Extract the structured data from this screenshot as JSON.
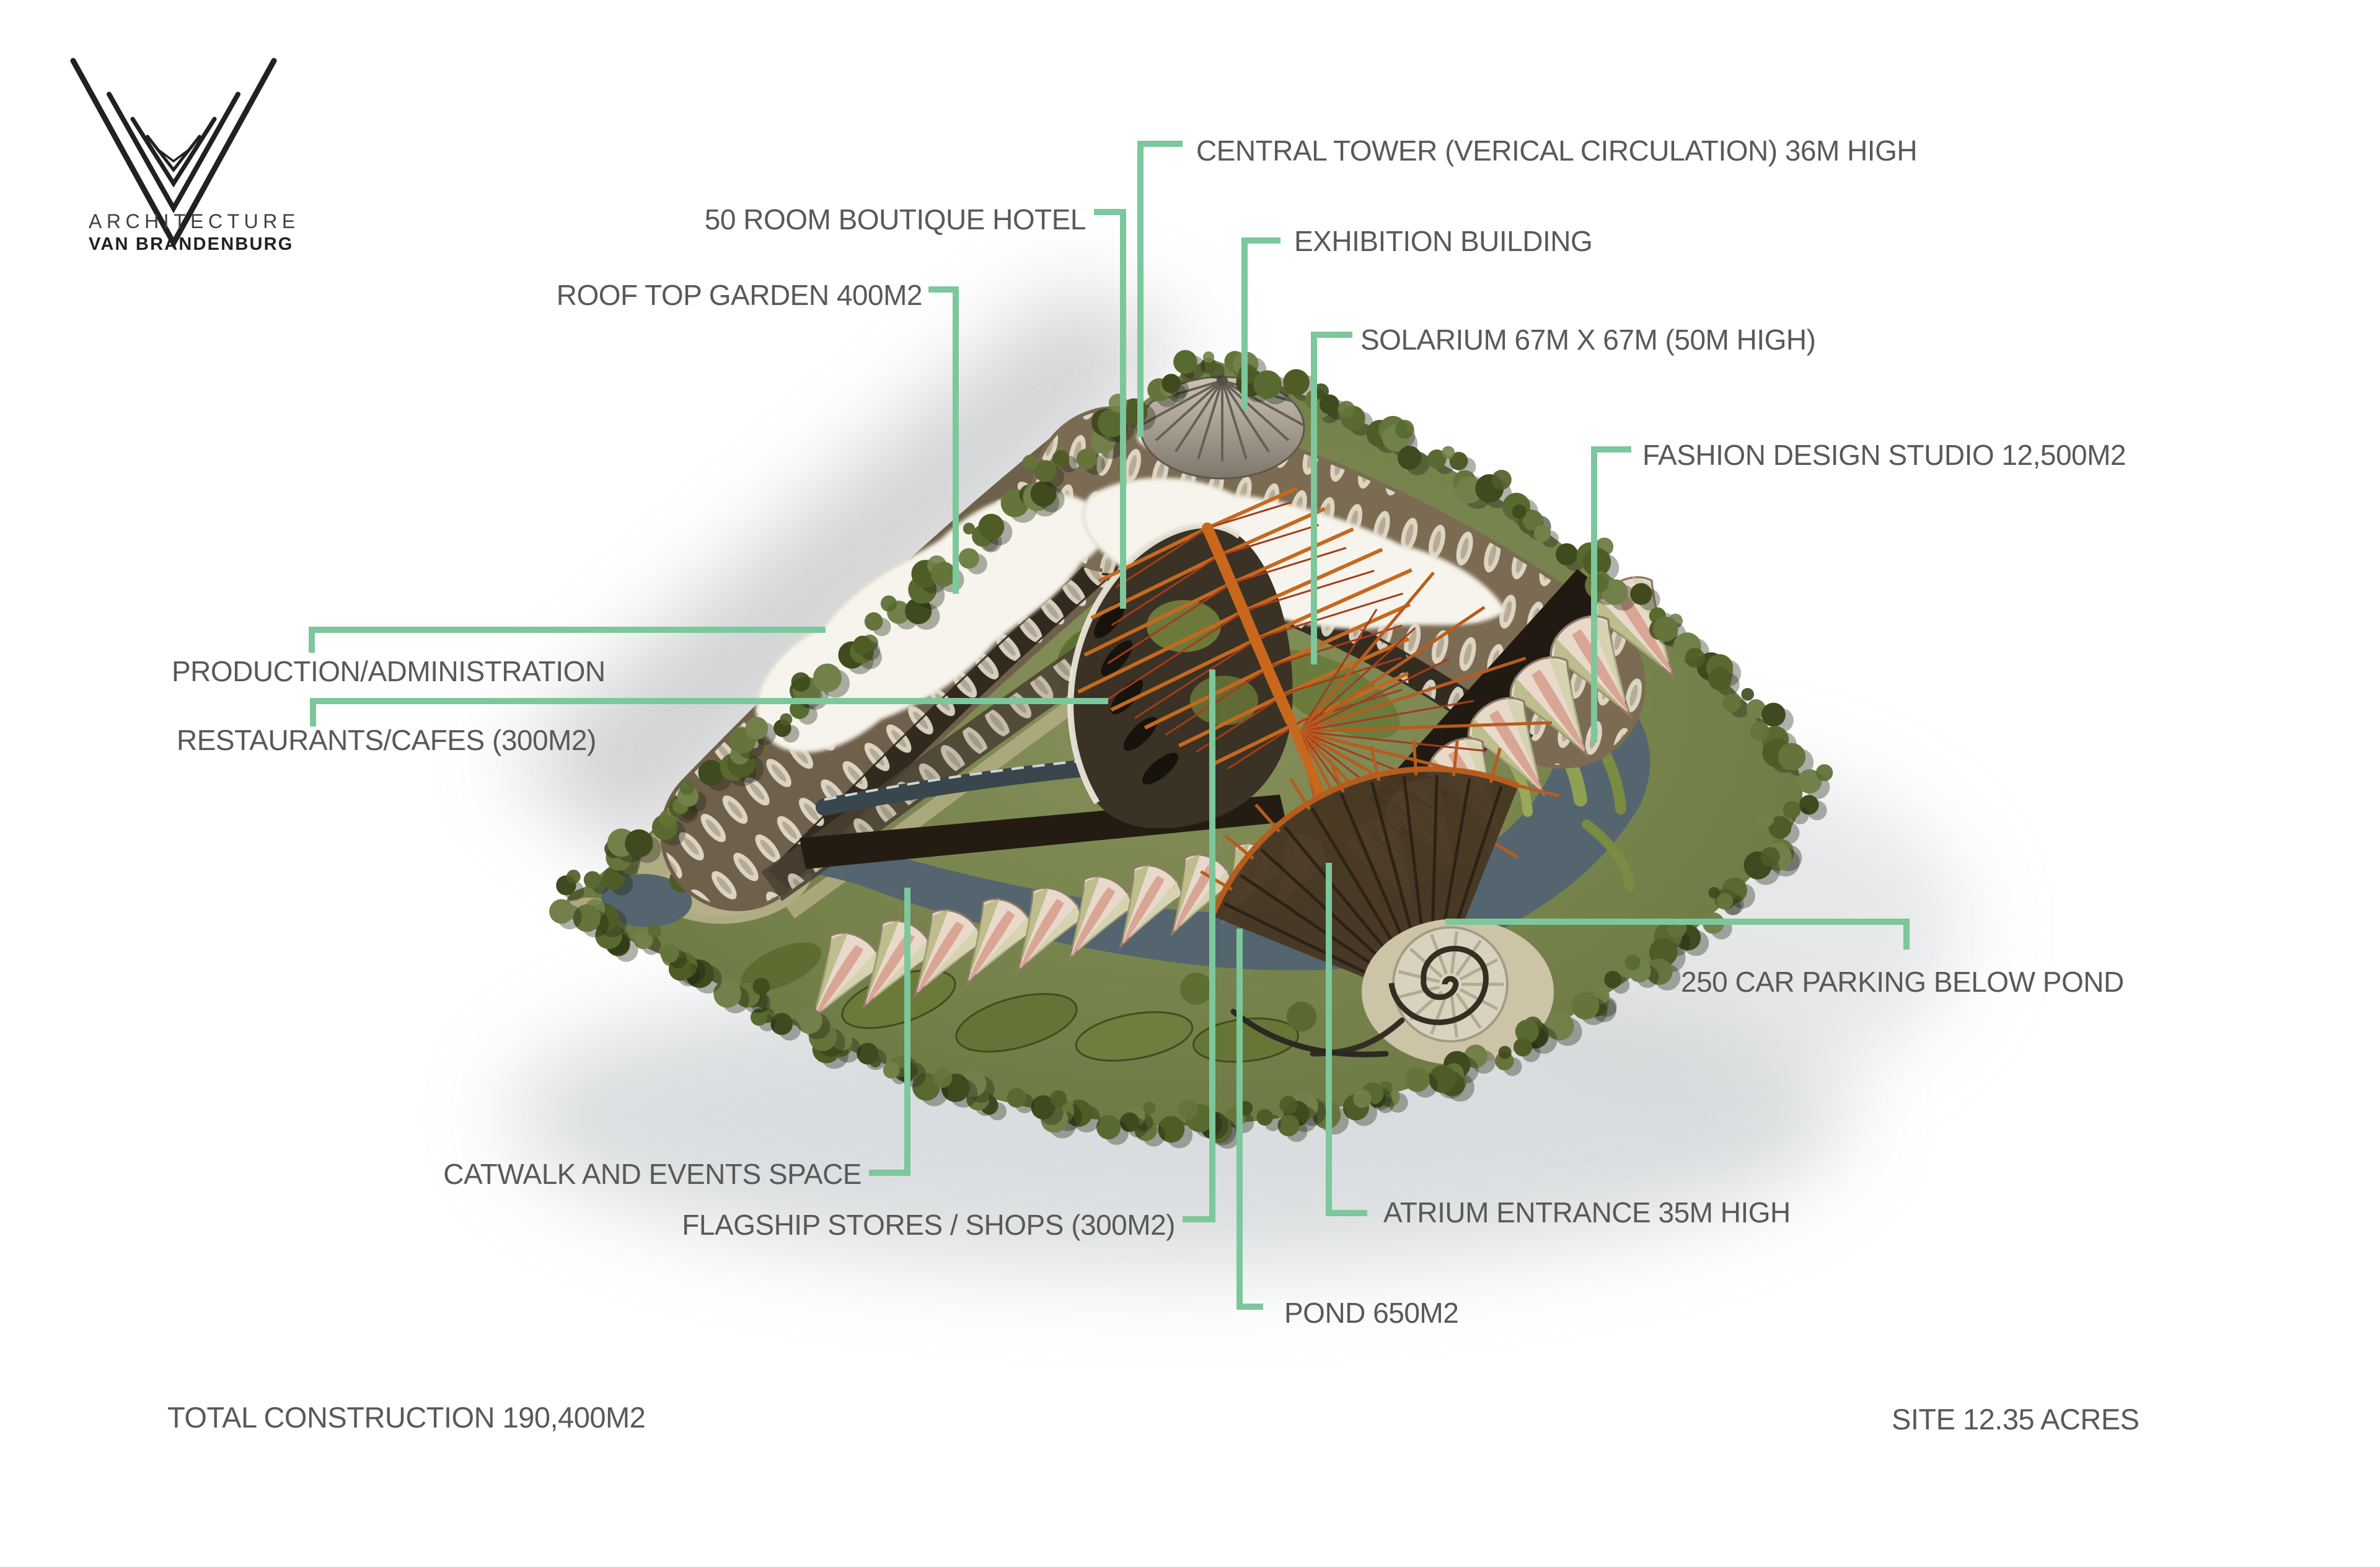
{
  "logo": {
    "line1": "ARCHITECTURE",
    "line2": "VAN BRANDENBURG"
  },
  "icons": {
    "logo": "nested-v-chevron-logo"
  },
  "colors": {
    "background": "#FFFFFF",
    "leader_line": "#7CC79B",
    "label_text": "#58595B",
    "water": "#54656F",
    "tree_border": "#4F5C26",
    "orange_structure": "#C5691F",
    "canopy_white": "#F6F4EC"
  },
  "annotations": {
    "central_tower": "CENTRAL TOWER (VERICAL CIRCULATION) 36M HIGH",
    "boutique_hotel": "50 ROOM BOUTIQUE HOTEL",
    "exhibition_building": "EXHIBITION BUILDING",
    "roof_top_garden": "ROOF TOP GARDEN 400M2",
    "solarium": "SOLARIUM 67M X 67M (50M HIGH)",
    "fashion_design_studio": "FASHION DESIGN STUDIO 12,500M2",
    "production_administration": "PRODUCTION/ADMINISTRATION",
    "restaurants_cafes": "RESTAURANTS/CAFES (300M2)",
    "car_parking": "250 CAR PARKING BELOW POND",
    "catwalk_events": "CATWALK AND EVENTS SPACE",
    "flagship_stores": "FLAGSHIP STORES / SHOPS (300M2)",
    "atrium_entrance": "ATRIUM ENTRANCE 35M HIGH",
    "pond": "POND 650M2"
  },
  "totals": {
    "construction": "TOTAL CONSTRUCTION 190,400M2",
    "site": "SITE 12.35 ACRES"
  }
}
